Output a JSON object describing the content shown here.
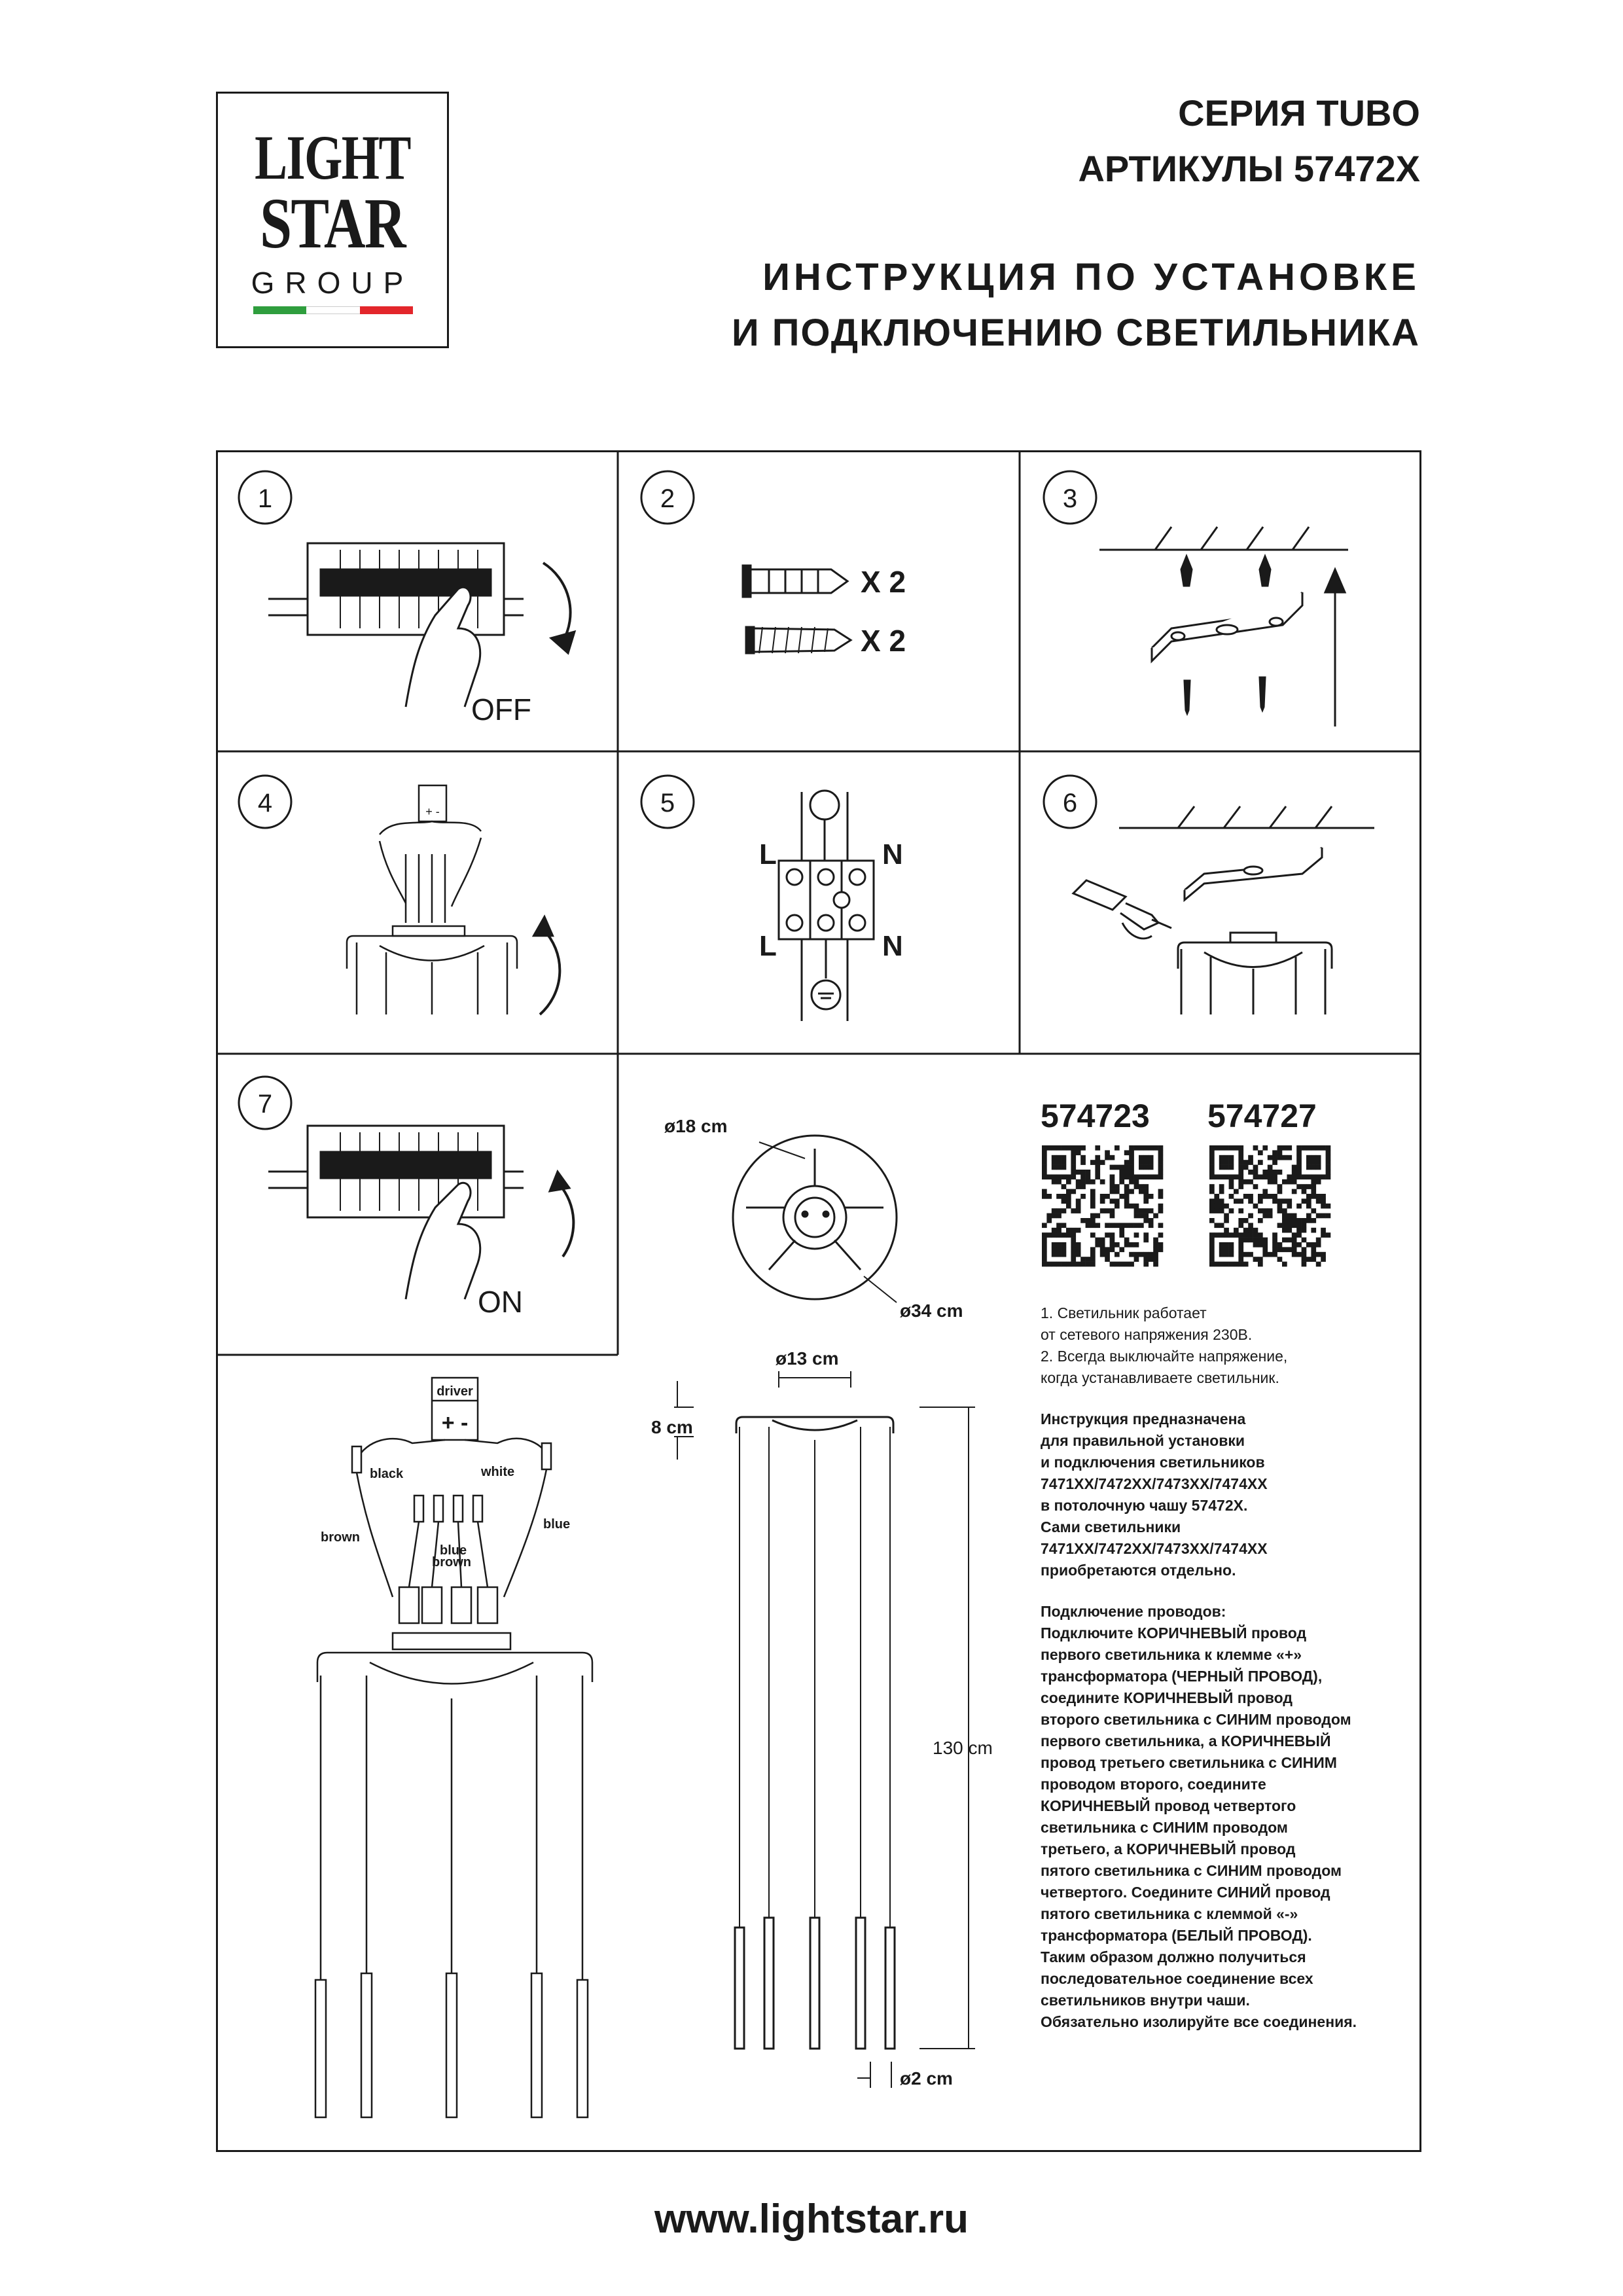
{
  "logo": {
    "line1": "LIGHT",
    "line2": "STAR",
    "line3": "GROUP",
    "flag_colors": [
      "#2f9e3e",
      "#ffffff",
      "#e3262b"
    ]
  },
  "header": {
    "series": "СЕРИЯ TUBO",
    "articles": "АРТИКУЛЫ 57472X",
    "title_line1": "ИНСТРУКЦИЯ ПО УСТАНОВКЕ",
    "title_line2": "И ПОДКЛЮЧЕНИЮ СВЕТИЛЬНИКА"
  },
  "steps": {
    "s1": {
      "number": "1",
      "label": "OFF"
    },
    "s2": {
      "number": "2",
      "dowel_qty": "X 2",
      "screw_qty": "X 2"
    },
    "s3": {
      "number": "3"
    },
    "s4": {
      "number": "4",
      "driver_sign": "+ -"
    },
    "s5": {
      "number": "5",
      "terminal_labels": [
        "L",
        "N",
        "L",
        "N"
      ]
    },
    "s6": {
      "number": "6"
    },
    "s7": {
      "number": "7",
      "label": "ON"
    }
  },
  "wiring": {
    "driver_label": "driver",
    "driver_sign": "+ -",
    "black": "black",
    "white": "white",
    "brown_left": "brown",
    "blue_right": "blue",
    "blue_mid": "blue",
    "brown_mid": "brown"
  },
  "dimensions": {
    "canopy_small": "ø18 cm",
    "canopy_large": "ø34 cm",
    "cup": "ø13 cm",
    "height_top": "8 cm",
    "height_total": "130 cm",
    "tube": "ø2 cm"
  },
  "qr": {
    "code1": "574723",
    "code2": "574727"
  },
  "notes": {
    "general": [
      "1. Светильник работает",
      "от сетевого напряжения 230В.",
      "2. Всегда выключайте напряжение,",
      "когда устанавливаете светильник."
    ],
    "purpose": [
      "Инструкция предназначена",
      "для правильной установки",
      "и подключения светильников",
      "7471XX/7472XX/7473XX/7474XX",
      "в потолочную чашу 57472X.",
      "Сами светильники",
      "7471XX/7472XX/7473XX/7474XX",
      "приобретаются отдельно."
    ],
    "wiring": [
      "Подключение проводов:",
      "Подключите КОРИЧНЕВЫЙ провод",
      "первого светильника к клемме «+»",
      "трансформатора (ЧЕРНЫЙ ПРОВОД),",
      "соедините КОРИЧНЕВЫЙ провод",
      "второго светильника с СИНИМ проводом",
      "первого светильника, а КОРИЧНЕВЫЙ",
      "провод третьего светильника с СИНИМ",
      "проводом второго, соедините",
      "КОРИЧНЕВЫЙ провод четвертого",
      "светильника с СИНИМ проводом",
      "третьего, а КОРИЧНЕВЫЙ провод",
      "пятого светильника с СИНИМ проводом",
      "четвертого. Соедините СИНИЙ провод",
      "пятого светильника с клеммой «-»",
      "трансформатора (БЕЛЫЙ ПРОВОД).",
      "Таким образом должно получиться",
      "последовательное соединение всех",
      "светильников внутри чаши.",
      "Обязательно изолируйте все соединения."
    ]
  },
  "footer": {
    "url": "www.lightstar.ru"
  }
}
